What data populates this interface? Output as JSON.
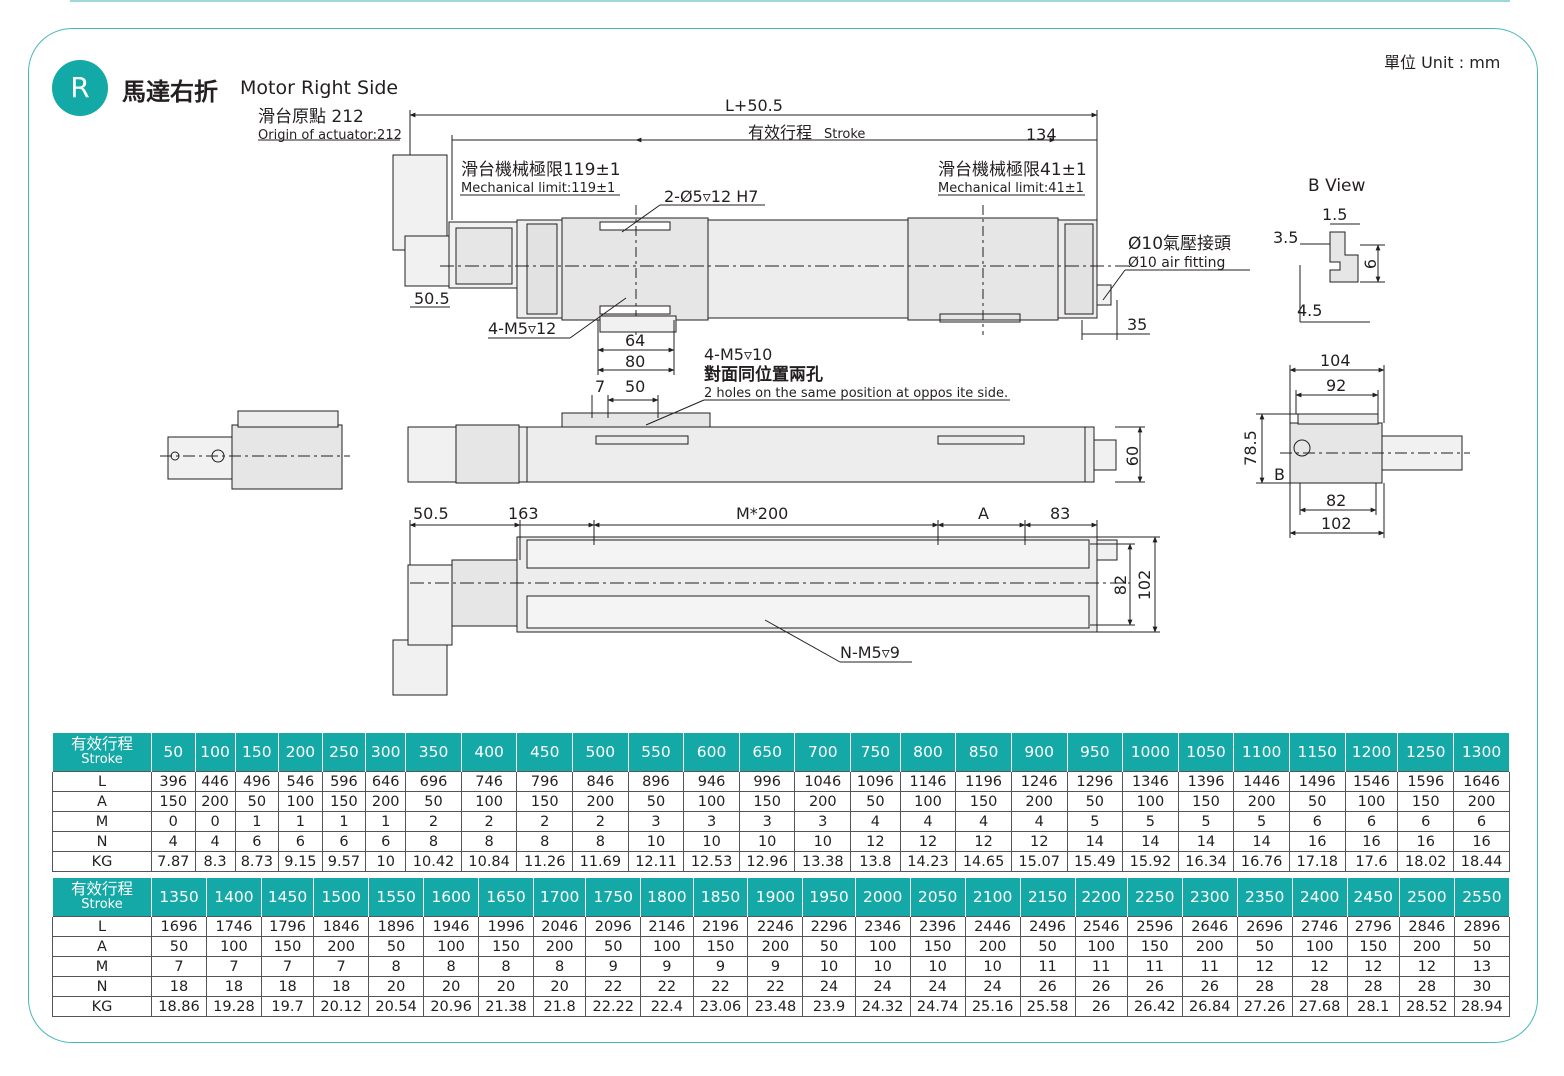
{
  "header": {
    "badge": "R",
    "title_zh": "馬達右折",
    "title_en": "Motor Right Side",
    "unit": "單位 Unit : mm"
  },
  "drawing": {
    "origin_zh": "滑台原點 212",
    "origin_en": "Origin of actuator:212",
    "total_length": "L+50.5",
    "stroke_zh": "有效行程",
    "stroke_en": "Stroke",
    "dim_134": "134",
    "mech_left_zh": "滑台機械極限119±1",
    "mech_left_en": "Mechanical limit:119±1",
    "mech_right_zh": "滑台機械極限41±1",
    "mech_right_en": "Mechanical limit:41±1",
    "pin_hole": "2-Ø5▿12 H7",
    "air_zh": "Ø10氣壓接頭",
    "air_en": "Ø10 air fitting",
    "dim_50_5_top": "50.5",
    "m5_12": "4-M5▿12",
    "dim_64": "64",
    "dim_80": "80",
    "dim_35": "35",
    "m5_10": "4-M5▿10",
    "opp_zh": "對面同位置兩孔",
    "opp_en": "2 holes on the same position at oppos ite side.",
    "dim_7": "7",
    "dim_50": "50",
    "dim_60": "60",
    "dim_50_5_bottom": "50.5",
    "dim_163": "163",
    "m200": "M*200",
    "dim_A": "A",
    "dim_83": "83",
    "dim_82_side": "82",
    "dim_102_side": "102",
    "nm5": "N-M5▿9",
    "bview": "B View",
    "bv_1_5": "1.5",
    "bv_3_5": "3.5",
    "bv_6": "6",
    "bv_4_5": "4.5",
    "end_104": "104",
    "end_92": "92",
    "end_78_5": "78.5",
    "end_B": "B",
    "end_82": "82",
    "end_102": "102"
  },
  "table1": {
    "head_zh": "有效行程",
    "head_en": "Stroke",
    "strokes": [
      "50",
      "100",
      "150",
      "200",
      "250",
      "300",
      "350",
      "400",
      "450",
      "500",
      "550",
      "600",
      "650",
      "700",
      "750",
      "800",
      "850",
      "900",
      "950",
      "1000",
      "1050",
      "1100",
      "1150",
      "1200",
      "1250",
      "1300"
    ],
    "rows": [
      {
        "label": "L",
        "values": [
          "396",
          "446",
          "496",
          "546",
          "596",
          "646",
          "696",
          "746",
          "796",
          "846",
          "896",
          "946",
          "996",
          "1046",
          "1096",
          "1146",
          "1196",
          "1246",
          "1296",
          "1346",
          "1396",
          "1446",
          "1496",
          "1546",
          "1596",
          "1646"
        ]
      },
      {
        "label": "A",
        "values": [
          "150",
          "200",
          "50",
          "100",
          "150",
          "200",
          "50",
          "100",
          "150",
          "200",
          "50",
          "100",
          "150",
          "200",
          "50",
          "100",
          "150",
          "200",
          "50",
          "100",
          "150",
          "200",
          "50",
          "100",
          "150",
          "200"
        ]
      },
      {
        "label": "M",
        "values": [
          "0",
          "0",
          "1",
          "1",
          "1",
          "1",
          "2",
          "2",
          "2",
          "2",
          "3",
          "3",
          "3",
          "3",
          "4",
          "4",
          "4",
          "4",
          "5",
          "5",
          "5",
          "5",
          "6",
          "6",
          "6",
          "6"
        ]
      },
      {
        "label": "N",
        "values": [
          "4",
          "4",
          "6",
          "6",
          "6",
          "6",
          "8",
          "8",
          "8",
          "8",
          "10",
          "10",
          "10",
          "10",
          "12",
          "12",
          "12",
          "12",
          "14",
          "14",
          "14",
          "14",
          "16",
          "16",
          "16",
          "16"
        ]
      },
      {
        "label": "KG",
        "values": [
          "7.87",
          "8.3",
          "8.73",
          "9.15",
          "9.57",
          "10",
          "10.42",
          "10.84",
          "11.26",
          "11.69",
          "12.11",
          "12.53",
          "12.96",
          "13.38",
          "13.8",
          "14.23",
          "14.65",
          "15.07",
          "15.49",
          "15.92",
          "16.34",
          "16.76",
          "17.18",
          "17.6",
          "18.02",
          "18.44"
        ]
      }
    ]
  },
  "table2": {
    "head_zh": "有效行程",
    "head_en": "Stroke",
    "strokes": [
      "1350",
      "1400",
      "1450",
      "1500",
      "1550",
      "1600",
      "1650",
      "1700",
      "1750",
      "1800",
      "1850",
      "1900",
      "1950",
      "2000",
      "2050",
      "2100",
      "2150",
      "2200",
      "2250",
      "2300",
      "2350",
      "2400",
      "2450",
      "2500",
      "2550"
    ],
    "rows": [
      {
        "label": "L",
        "values": [
          "1696",
          "1746",
          "1796",
          "1846",
          "1896",
          "1946",
          "1996",
          "2046",
          "2096",
          "2146",
          "2196",
          "2246",
          "2296",
          "2346",
          "2396",
          "2446",
          "2496",
          "2546",
          "2596",
          "2646",
          "2696",
          "2746",
          "2796",
          "2846",
          "2896"
        ]
      },
      {
        "label": "A",
        "values": [
          "50",
          "100",
          "150",
          "200",
          "50",
          "100",
          "150",
          "200",
          "50",
          "100",
          "150",
          "200",
          "50",
          "100",
          "150",
          "200",
          "50",
          "100",
          "150",
          "200",
          "50",
          "100",
          "150",
          "200",
          "50"
        ]
      },
      {
        "label": "M",
        "values": [
          "7",
          "7",
          "7",
          "7",
          "8",
          "8",
          "8",
          "8",
          "9",
          "9",
          "9",
          "9",
          "10",
          "10",
          "10",
          "10",
          "11",
          "11",
          "11",
          "11",
          "12",
          "12",
          "12",
          "12",
          "13"
        ]
      },
      {
        "label": "N",
        "values": [
          "18",
          "18",
          "18",
          "18",
          "20",
          "20",
          "20",
          "20",
          "22",
          "22",
          "22",
          "22",
          "24",
          "24",
          "24",
          "24",
          "26",
          "26",
          "26",
          "26",
          "28",
          "28",
          "28",
          "28",
          "30"
        ]
      },
      {
        "label": "KG",
        "values": [
          "18.86",
          "19.28",
          "19.7",
          "20.12",
          "20.54",
          "20.96",
          "21.38",
          "21.8",
          "22.22",
          "22.4",
          "23.06",
          "23.48",
          "23.9",
          "24.32",
          "24.74",
          "25.16",
          "25.58",
          "26",
          "26.42",
          "26.84",
          "27.26",
          "27.68",
          "28.1",
          "28.52",
          "28.94"
        ]
      }
    ]
  }
}
